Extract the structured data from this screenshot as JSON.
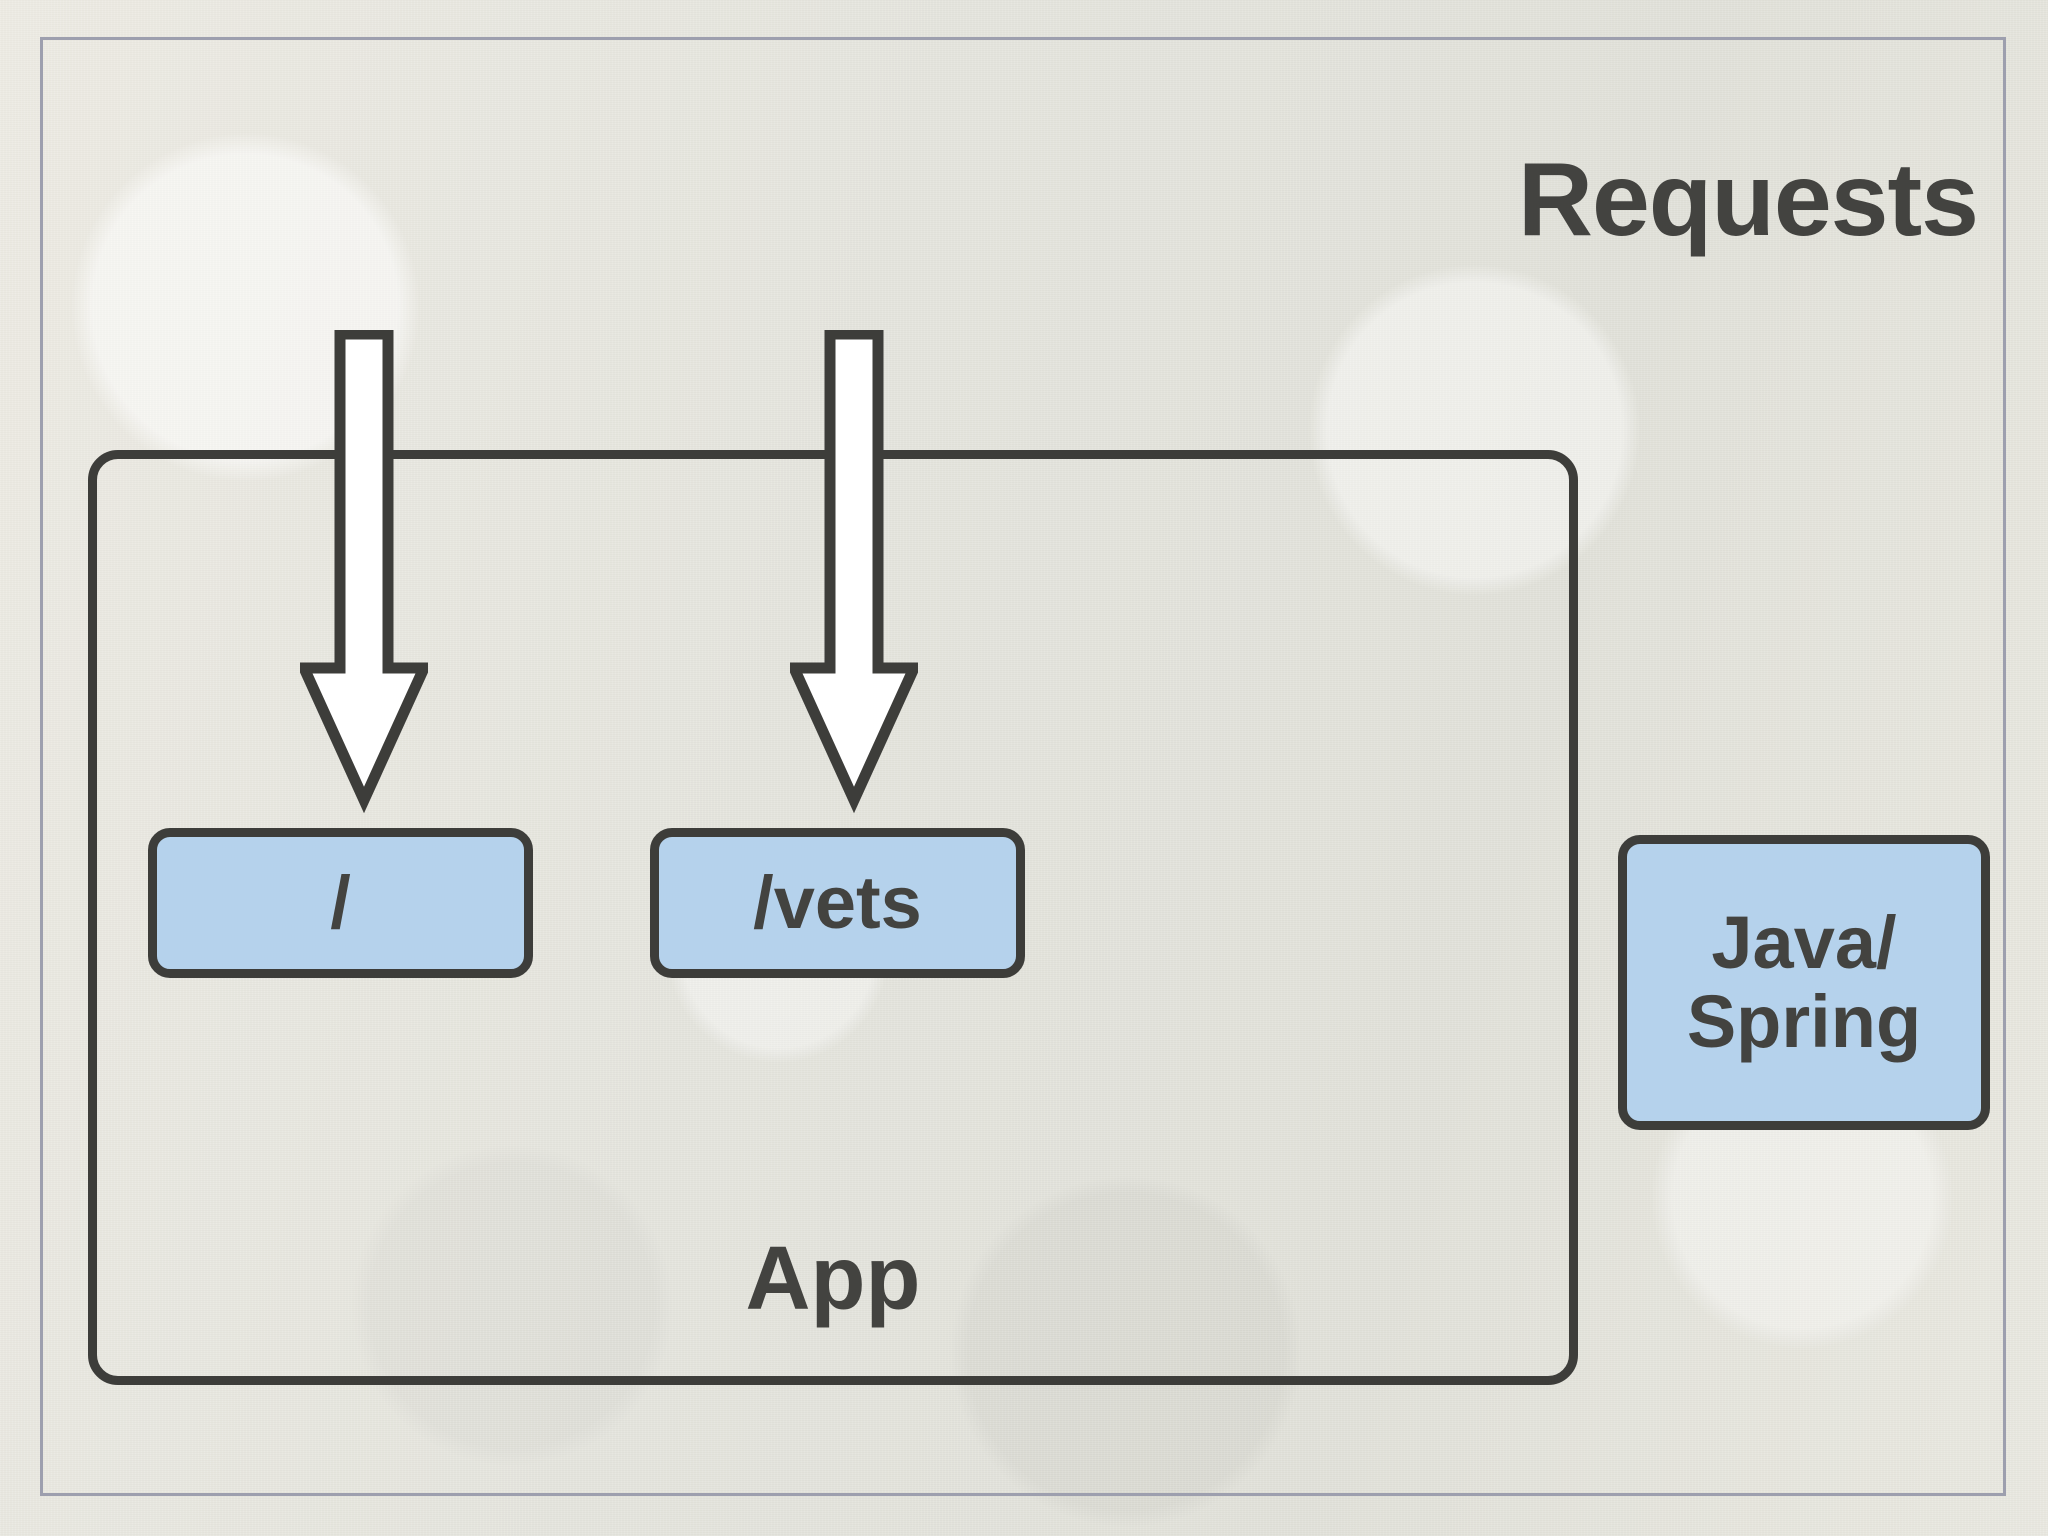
{
  "diagram": {
    "title": "Requests",
    "container": {
      "label": "App"
    },
    "arrows": [
      {
        "name": "request-arrow-root",
        "points_to": "/",
        "direction": "down"
      },
      {
        "name": "request-arrow-vets",
        "points_to": "/vets",
        "direction": "down"
      }
    ],
    "routes": [
      {
        "label": "/"
      },
      {
        "label": "/vets"
      }
    ],
    "stack": {
      "line1": "Java/",
      "line2": "Spring"
    }
  },
  "colors": {
    "background": "#e4e4dd",
    "ink": "#434340",
    "stroke": "#3d3d3a",
    "box_fill": "#b5d2ec",
    "arrow_fill": "#ffffff",
    "frame": "#9d9fae"
  }
}
